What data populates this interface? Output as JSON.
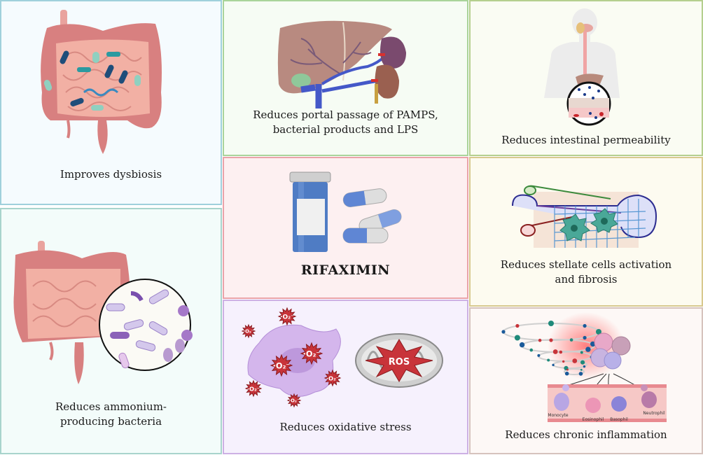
{
  "panels": {
    "dysbiosis": {
      "caption": "Improves dysbiosis",
      "border": "#9fd0dc",
      "bg": "#f5fbfe"
    },
    "portal": {
      "caption_line1": "Reduces portal passage of PAMPS,",
      "caption_line2": "bacterial products and LPS",
      "border": "#a9d49a",
      "bg": "#f6fcf4"
    },
    "permeability": {
      "caption": "Reduces intestinal permeability",
      "border": "#b5cf8e",
      "bg": "#fafcf3"
    },
    "ammonium": {
      "caption_line1": "Reduces ammonium-",
      "caption_line2": "producing bacteria",
      "border": "#a8d4cc",
      "bg": "#f3fcfa"
    },
    "rifaximin": {
      "title": "RIFAXIMIN",
      "border": "#eaa3a9",
      "bg": "#fdf0f1"
    },
    "stellate": {
      "caption_line1": "Reduces stellate cells activation",
      "caption_line2": "and fibrosis",
      "border": "#d8c98e",
      "bg": "#fdfbf0"
    },
    "oxidative": {
      "caption": "Reduces oxidative stress",
      "border": "#cdb0e4",
      "bg": "#f6f1fd",
      "radical_label": "·O₂⁻",
      "ros_label": "ROS"
    },
    "inflammation": {
      "caption": "Reduces chronic inflammation",
      "border": "#d6c3bd",
      "bg": "#fdf8f6",
      "cells": [
        "Monocyte",
        "Eosinophil",
        "Basophil",
        "Neutrophil"
      ]
    }
  }
}
